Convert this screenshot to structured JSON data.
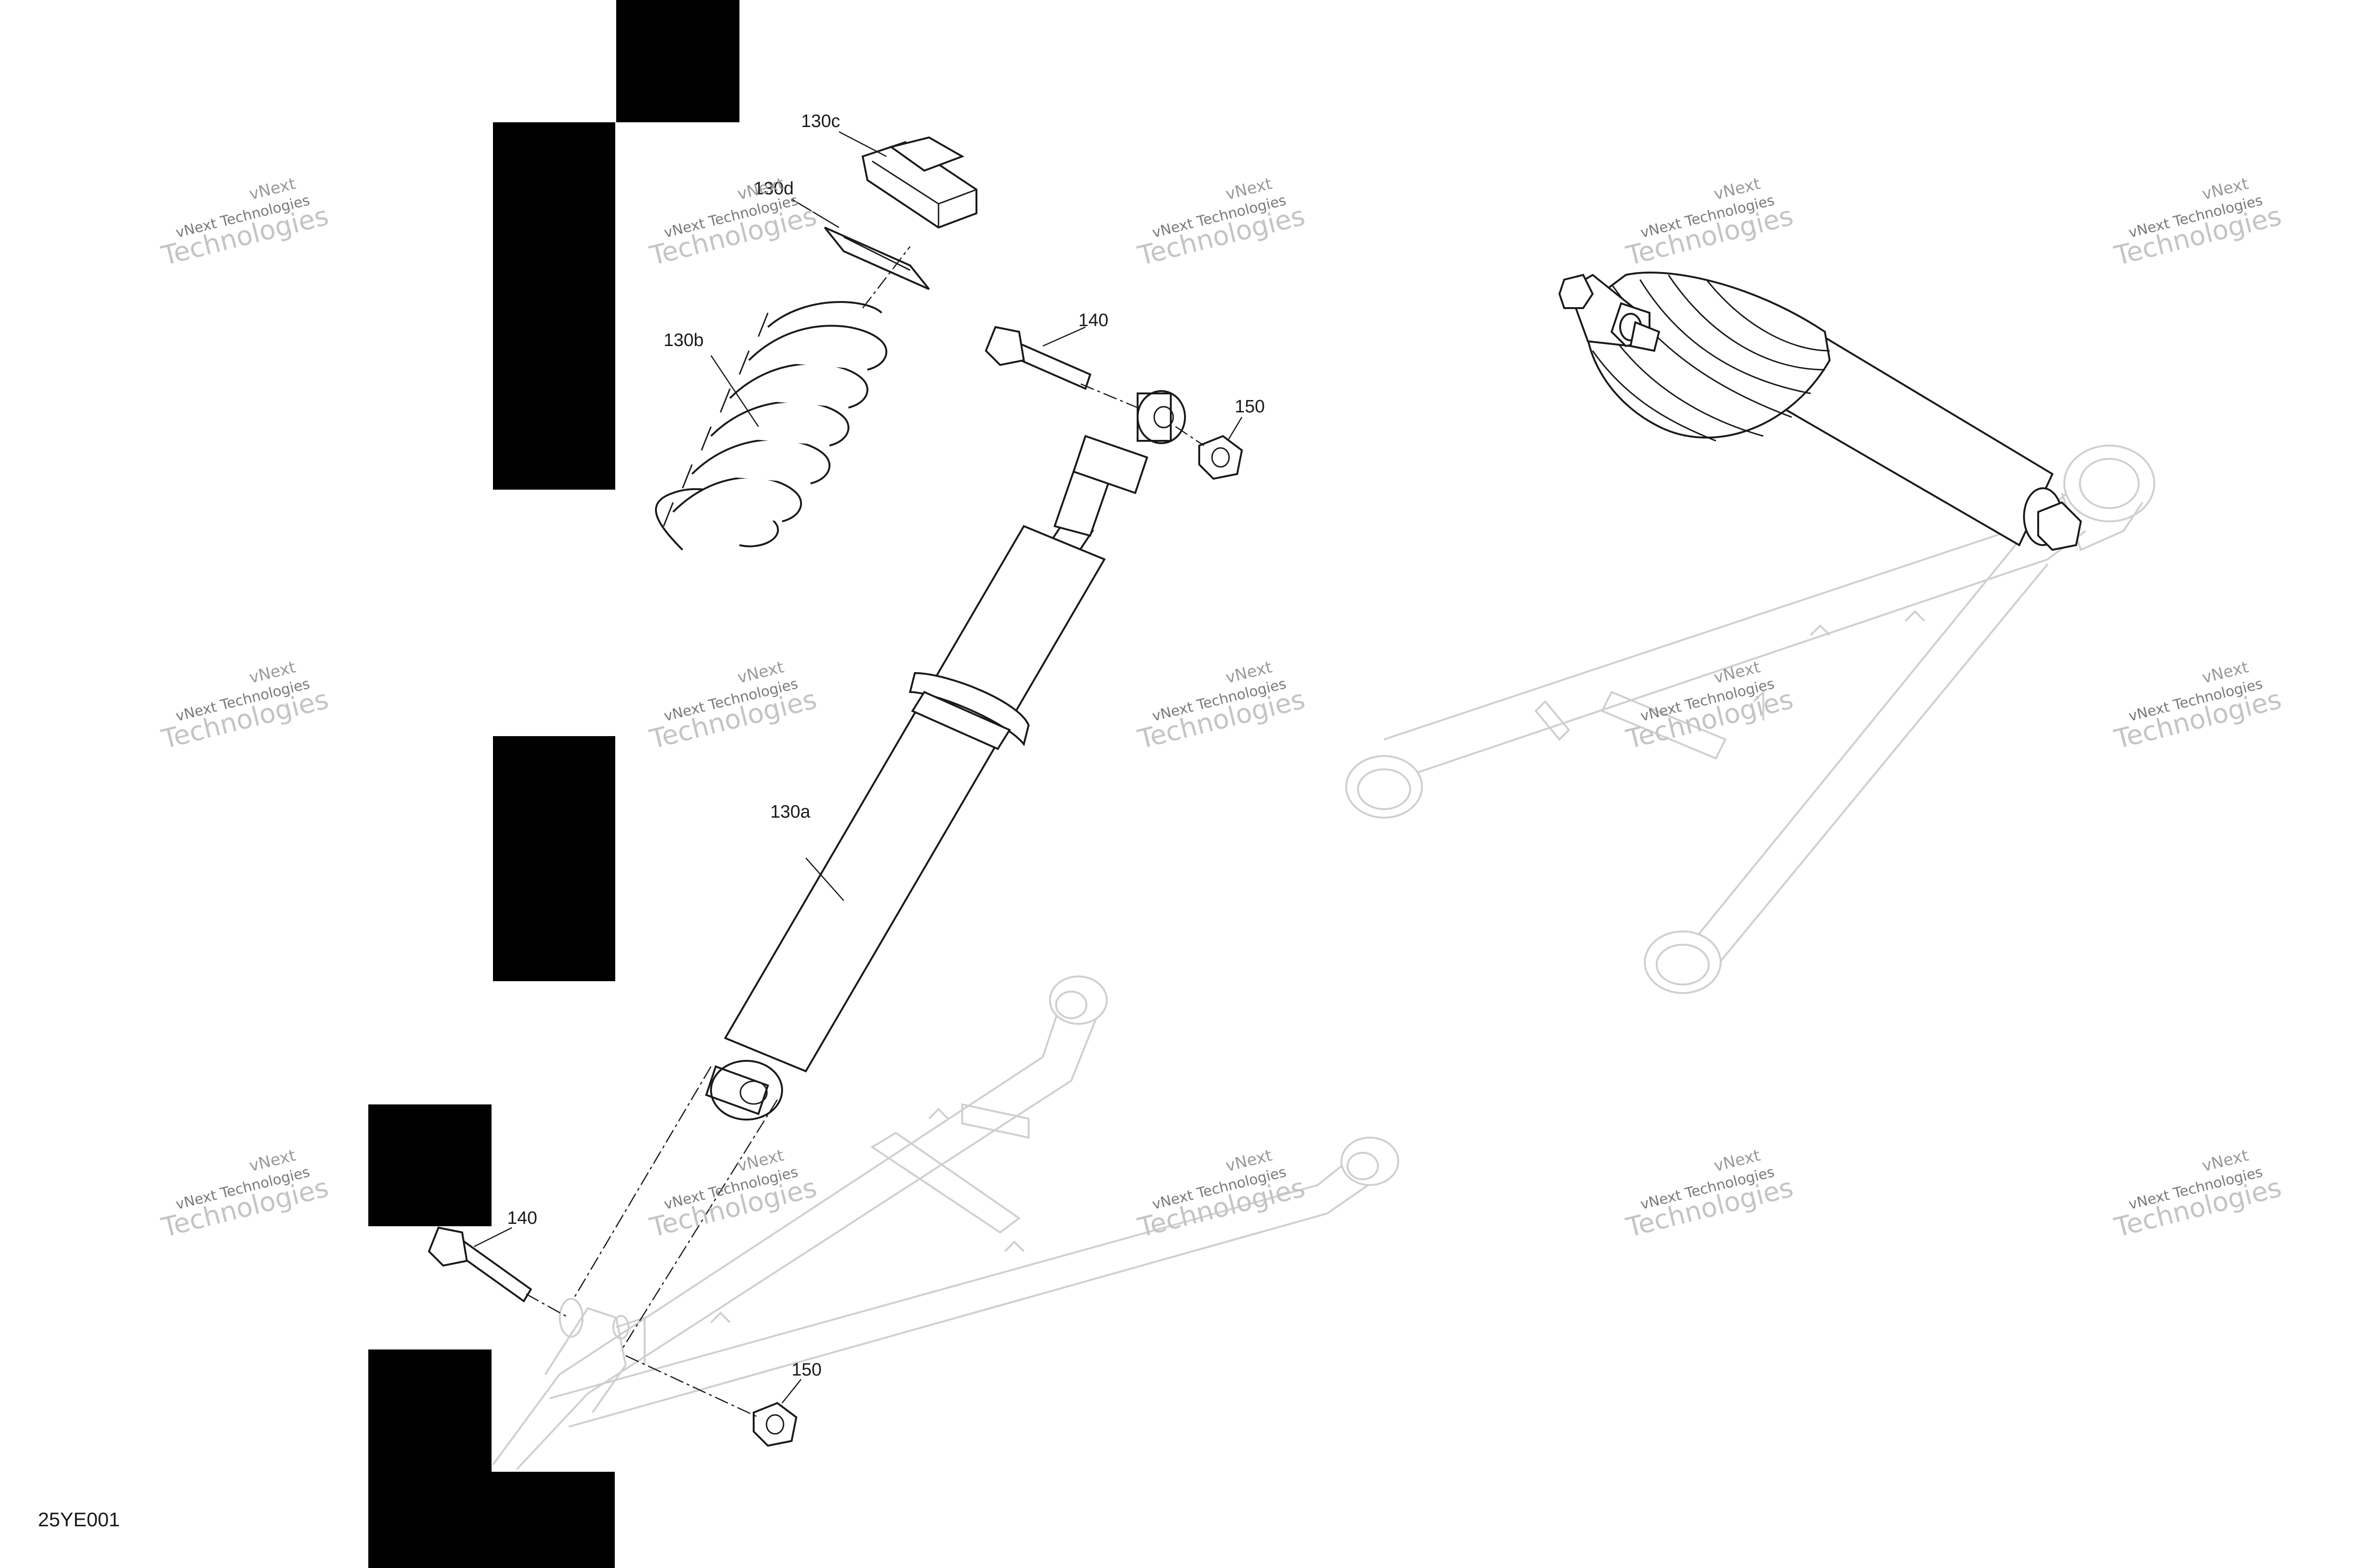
{
  "callouts": {
    "c130c": "130c",
    "c130d": "130d",
    "c130b": "130b",
    "c130a": "130a",
    "c140_top": "140",
    "c150_top": "150",
    "c140_bottom": "140",
    "c150_bottom": "150"
  },
  "figure_id": "25YE001",
  "watermark": {
    "line1": "vNext",
    "line2": "vNext Technologies",
    "line3": "Technologies"
  },
  "colors": {
    "line": "#1a1a1a",
    "ghost": "#cfcfcf",
    "redaction": "#000000",
    "background": "#ffffff"
  }
}
